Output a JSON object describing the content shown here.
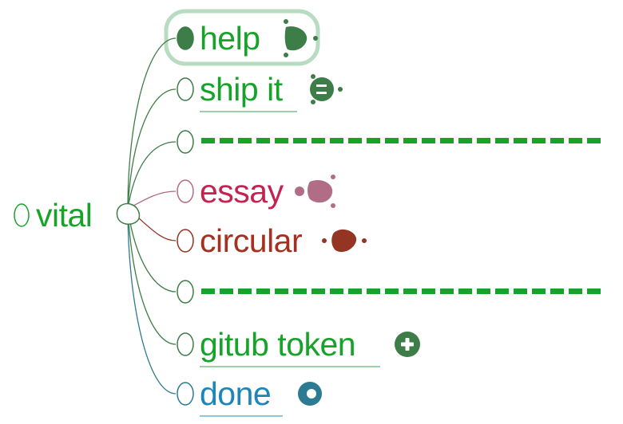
{
  "colors": {
    "green": "#17a329",
    "dark_green": "#3d7d47",
    "branch_green": "#2f7d3b",
    "selection": "#b7dcc0",
    "rose": "#c4234f",
    "rose_dot": "#b16c86",
    "crimson": "#a4301f",
    "crimson_dot": "#943423",
    "blue": "#1c86b8",
    "blue_dot": "#2d7a93",
    "underline_green": "#9ed2a6",
    "underline_blue": "#8ec6dc"
  },
  "root": {
    "label": "vital"
  },
  "children": [
    {
      "id": "help",
      "label": "help",
      "color": "#17a329",
      "selected": true,
      "bullet_filled": true,
      "icon": "collapsed-dots-icon"
    },
    {
      "id": "ship-it",
      "label": "ship it",
      "color": "#17a329",
      "underline": true,
      "icon": "note-icon"
    },
    {
      "id": "divider-1",
      "label": "----------------------",
      "color": "#17a329",
      "divider": true
    },
    {
      "id": "essay",
      "label": "essay",
      "color": "#c4234f",
      "icon": "collapsed-dots-icon"
    },
    {
      "id": "circular",
      "label": "circular",
      "color": "#a4301f",
      "icon": "collapsed-dots-icon"
    },
    {
      "id": "divider-2",
      "label": "----------------------",
      "color": "#17a329",
      "divider": true
    },
    {
      "id": "gitub-token",
      "label": "gitub token",
      "color": "#17a329",
      "underline": true,
      "icon": "plus-icon"
    },
    {
      "id": "done",
      "label": "done",
      "color": "#1c86b8",
      "underline": true,
      "icon": "circle-icon"
    }
  ]
}
